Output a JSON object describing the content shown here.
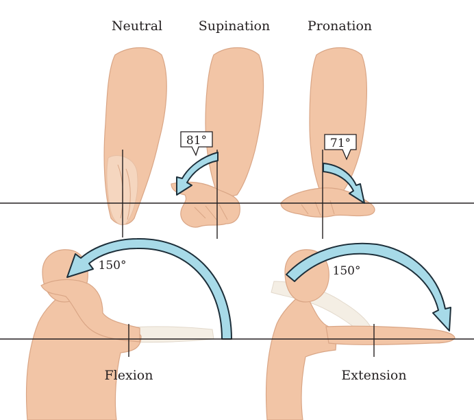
{
  "labels": {
    "neutral": "Neutral",
    "supination": "Supination",
    "pronation": "Pronation",
    "flexion": "Flexion",
    "extension": "Extension"
  },
  "angles": {
    "supination": "81°",
    "pronation": "71°",
    "flexion": "150°",
    "extension": "150°"
  },
  "colors": {
    "skin": "#f2c5a6",
    "arrow_fill": "#a7dae8",
    "arrow_stroke": "#1d2f3a",
    "line": "#231f20"
  }
}
